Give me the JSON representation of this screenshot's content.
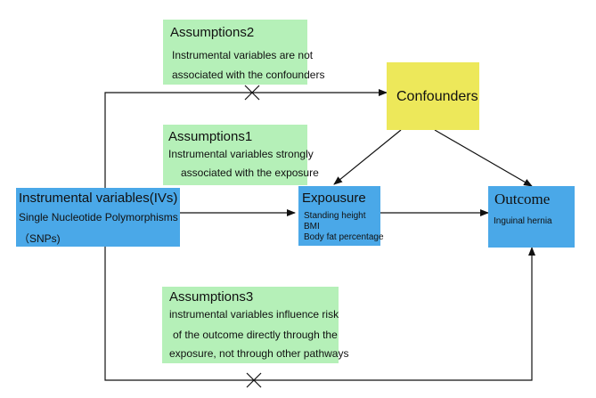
{
  "assumption2": {
    "title": "Assumptions2",
    "lines": [
      "Instrumental variables are not",
      "associated with the confounders"
    ]
  },
  "assumption1": {
    "title": "Assumptions1",
    "lines": [
      "Instrumental variables strongly",
      "associated with the exposure"
    ]
  },
  "assumption3": {
    "title": "Assumptions3",
    "lines": [
      "instrumental variables  influence risk",
      "of the outcome directly through the",
      "exposure, not through other pathways"
    ]
  },
  "confounders": {
    "label": "Confounders"
  },
  "iv": {
    "title": "Instrumental variables(IVs)",
    "lines": [
      "Single Nucleotide Polymorphisms",
      "（SNPs)"
    ]
  },
  "exposure": {
    "title": "Expousure",
    "items": [
      "Standing height",
      "BMI",
      "Body fat percentage"
    ]
  },
  "outcome": {
    "title": "Outcome",
    "items": [
      "Inguinal hernia"
    ]
  },
  "colors": {
    "green": "#b5f0b8",
    "blue": "#4aa8e8",
    "yellow": "#ede85a",
    "line": "#111111"
  }
}
